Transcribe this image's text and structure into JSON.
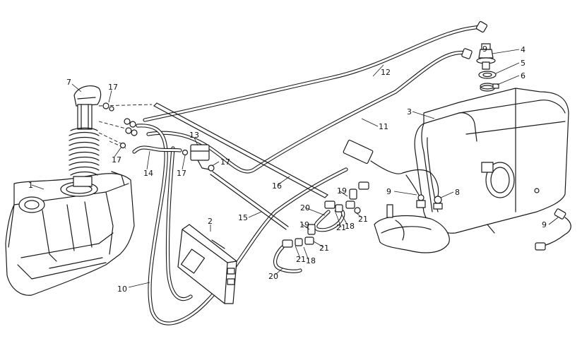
{
  "callouts": {
    "c1": "1",
    "c2": "2",
    "c3": "3",
    "c4": "4",
    "c5": "5",
    "c6": "6",
    "c7": "7",
    "c8": "8",
    "c9a": "9",
    "c9b": "9",
    "c9c": "9",
    "c10": "10",
    "c11": "11",
    "c12": "12",
    "c13": "13",
    "c14": "14",
    "c15": "15",
    "c16": "16",
    "c17a": "17",
    "c17b": "17",
    "c17c": "17",
    "c17d": "17",
    "c18a": "18",
    "c18b": "18",
    "c19a": "19",
    "c19b": "19",
    "c20a": "20",
    "c20b": "20",
    "c21a": "21",
    "c21b": "21",
    "c21c": "21",
    "c21d": "21"
  }
}
